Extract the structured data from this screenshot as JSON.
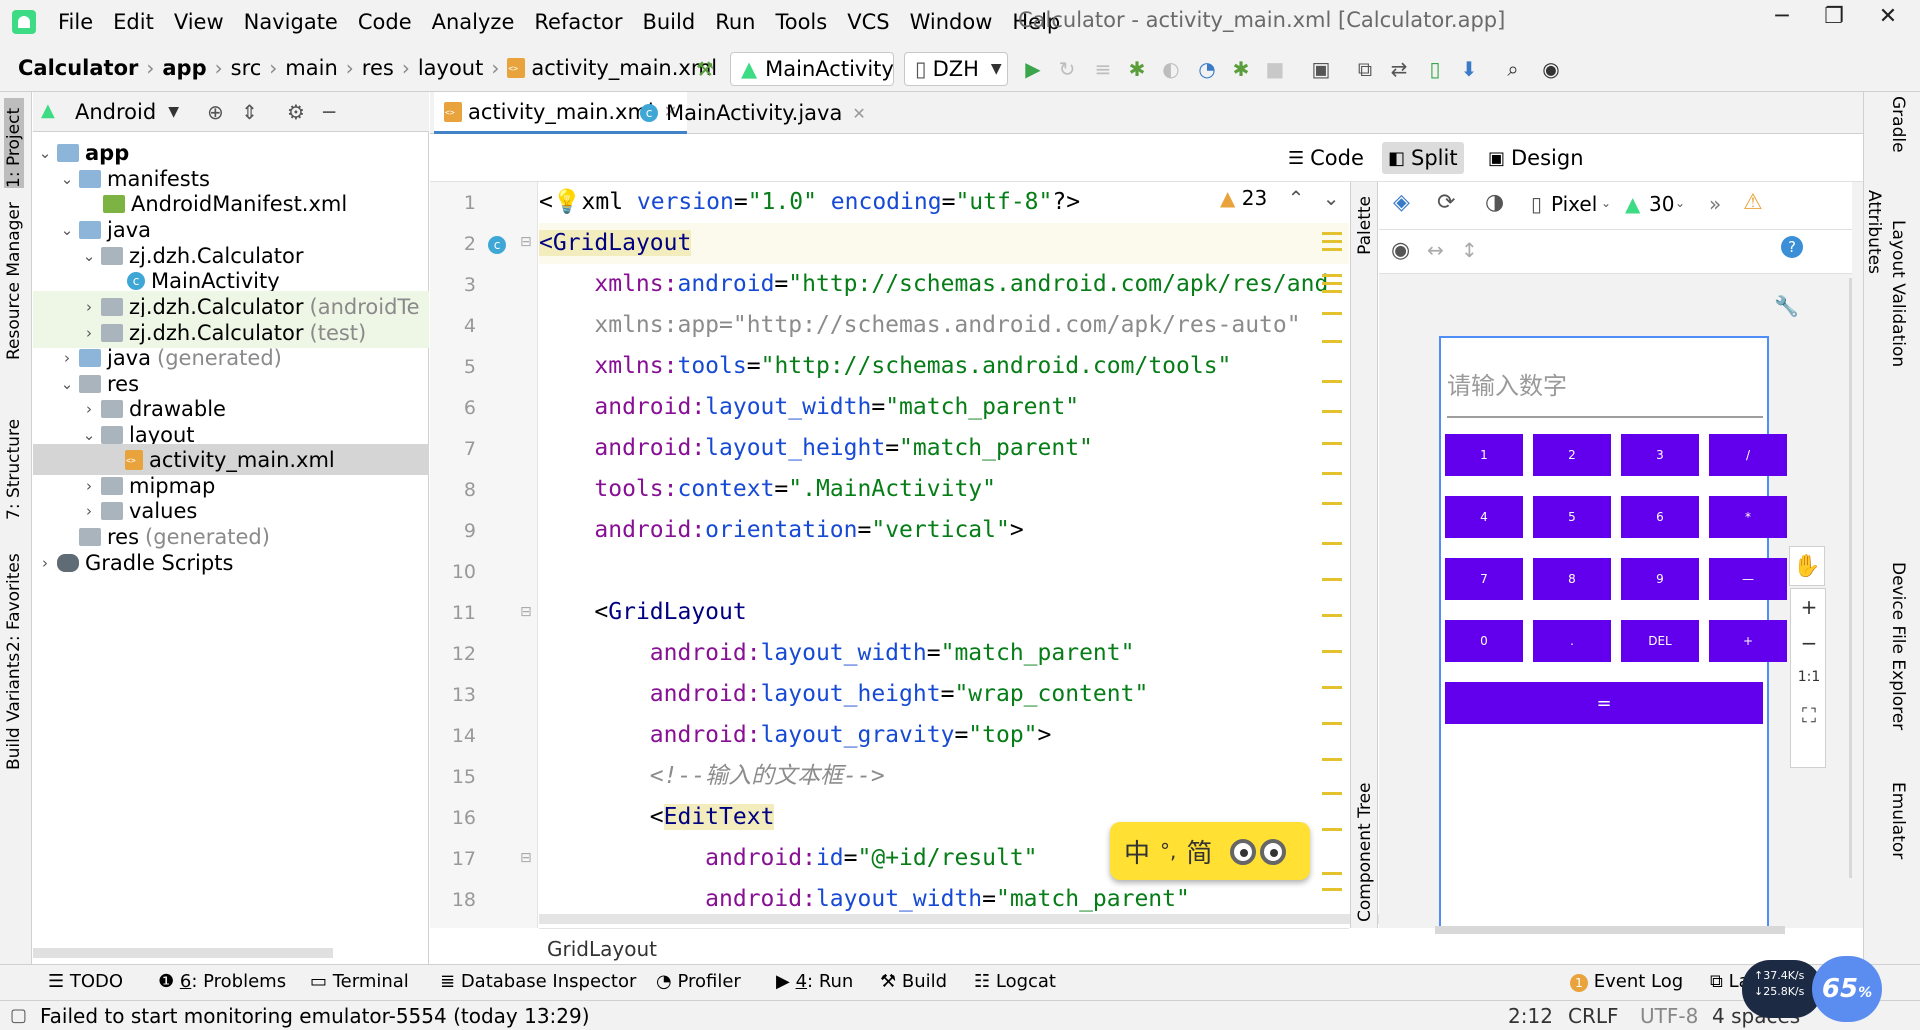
{
  "menubar": {
    "items": [
      "File",
      "Edit",
      "View",
      "Navigate",
      "Code",
      "Analyze",
      "Refactor",
      "Build",
      "Run",
      "Tools",
      "VCS",
      "Window",
      "Help"
    ],
    "title": "Calculator - activity_main.xml [Calculator.app]"
  },
  "navbar": {
    "crumbs": [
      "Calculator",
      "app",
      "src",
      "main",
      "res",
      "layout",
      "activity_main.xml"
    ],
    "run_config": "MainActivity",
    "device": "DZH"
  },
  "left_strip": {
    "tabs": [
      "1: Project",
      "Resource Manager",
      "7: Structure",
      "2: Favorites",
      "Build Variants"
    ]
  },
  "project": {
    "view_label": "Android",
    "tree": [
      {
        "label": "app",
        "note": "",
        "icon": "app-folder-icon"
      },
      {
        "label": "manifests",
        "note": "",
        "icon": "folder-icon"
      },
      {
        "label": "AndroidManifest.xml",
        "note": "",
        "icon": "manifest-file-icon"
      },
      {
        "label": "java",
        "note": "",
        "icon": "folder-icon"
      },
      {
        "label": "zj.dzh.Calculator",
        "note": "",
        "icon": "package-icon"
      },
      {
        "label": "MainActivity",
        "note": "",
        "icon": "class-icon"
      },
      {
        "label": "zj.dzh.Calculator",
        "note": "(androidTe",
        "icon": "package-icon"
      },
      {
        "label": "zj.dzh.Calculator",
        "note": "(test)",
        "icon": "package-icon"
      },
      {
        "label": "java",
        "note": "(generated)",
        "icon": "generated-folder-icon"
      },
      {
        "label": "res",
        "note": "",
        "icon": "res-folder-icon"
      },
      {
        "label": "drawable",
        "note": "",
        "icon": "folder-icon"
      },
      {
        "label": "layout",
        "note": "",
        "icon": "folder-icon"
      },
      {
        "label": "activity_main.xml",
        "note": "",
        "icon": "xml-file-icon"
      },
      {
        "label": "mipmap",
        "note": "",
        "icon": "folder-icon"
      },
      {
        "label": "values",
        "note": "",
        "icon": "folder-icon"
      },
      {
        "label": "res",
        "note": "(generated)",
        "icon": "generated-folder-icon"
      },
      {
        "label": "Gradle Scripts",
        "note": "",
        "icon": "gradle-icon"
      }
    ]
  },
  "editor": {
    "tabs": [
      "activity_main.xml",
      "MainActivity.java"
    ],
    "modes": [
      "Code",
      "Split",
      "Design"
    ],
    "warning_count": "23",
    "line_numbers": [
      "1",
      "2",
      "3",
      "4",
      "5",
      "6",
      "7",
      "8",
      "9",
      "10",
      "11",
      "12",
      "13",
      "14",
      "15",
      "16",
      "17",
      "18"
    ],
    "bottom_breadcrumb": "GridLayout"
  },
  "design": {
    "device": "Pixel",
    "api": "30",
    "palette_label": "Palette",
    "component_tree_label": "Component Tree",
    "input_hint": "请输入数字",
    "keys": [
      "1",
      "2",
      "3",
      "/",
      "4",
      "5",
      "6",
      "*",
      "7",
      "8",
      "9",
      "—",
      "0",
      ".",
      "DEL",
      "+"
    ],
    "equals": "=",
    "zoom_reset": "1:1",
    "accent_color": "#6200ee"
  },
  "right_strip": {
    "tabs": [
      "Gradle",
      "Layout Validation",
      "Device File Explorer",
      "Emulator"
    ],
    "attributes_label": "Attributes"
  },
  "bottombar": {
    "todo": "TODO",
    "problems_num": "6",
    "problems": ": Problems",
    "terminal": "Terminal",
    "database": "Database Inspector",
    "profiler": "Profiler",
    "run_num": "4",
    "run": ": Run",
    "build": "Build",
    "logcat": "Logcat",
    "event_log_count": "1",
    "event_log": "Event Log",
    "layout_inspector": "Layout Ins"
  },
  "status": {
    "message": "Failed to start monitoring emulator-5554 (today 13:29)",
    "position": "2:12",
    "line_sep": "CRLF",
    "encoding": "UTF-8",
    "indent": "4 spaces"
  },
  "ime": {
    "mode": "中",
    "punct": "°,",
    "script": "简"
  },
  "network": {
    "up": "37.4",
    "up_unit": "K/s",
    "down": "25.8",
    "down_unit": "K/s",
    "badge": "65",
    "badge_unit": "%"
  }
}
